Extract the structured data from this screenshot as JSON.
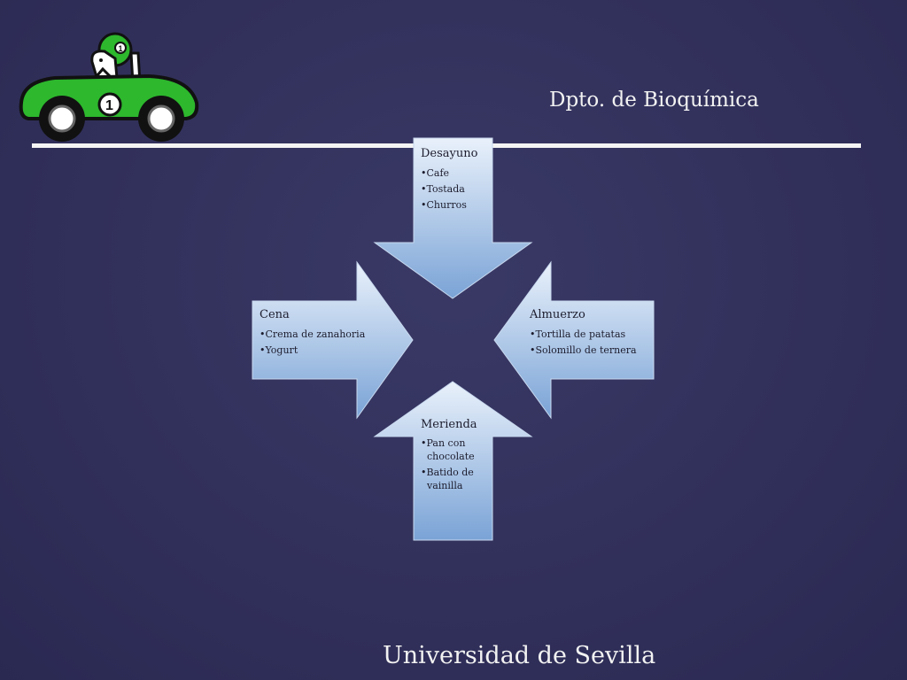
{
  "header": {
    "department": "Dpto. de Bioquímica"
  },
  "footer": {
    "university": "Universidad de Sevilla"
  },
  "logo": {
    "icon": "race-car-icon",
    "number": "1",
    "color": "#2db82d"
  },
  "diagram": {
    "colors": {
      "arrow_top": "#e9f1fb",
      "arrow_bottom": "#7aa3d6"
    },
    "top": {
      "title": "Desayuno",
      "items": [
        "Cafe",
        "Tostada",
        "Churros"
      ]
    },
    "right": {
      "title": "Almuerzo",
      "items": [
        "Tortilla de patatas",
        "Solomillo de ternera"
      ]
    },
    "bottom": {
      "title": "Merienda",
      "items": [
        "Pan con chocolate",
        "Batido de vainilla"
      ]
    },
    "left": {
      "title": "Cena",
      "items": [
        "Crema de zanahoria",
        "Yogurt"
      ]
    }
  }
}
